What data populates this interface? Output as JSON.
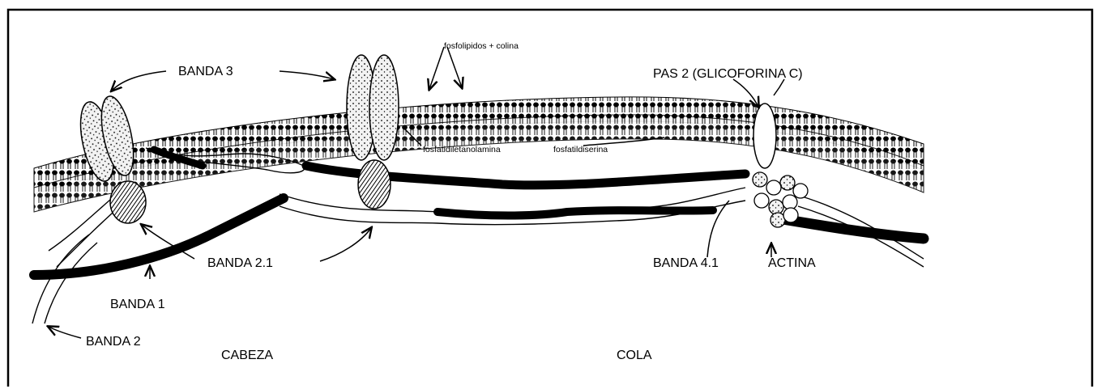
{
  "labels": {
    "banda3": "BANDA 3",
    "fosfolipidos_colina": "fosfolipidos + colina",
    "pas2": "PAS 2 (GLICOFORINA C)",
    "fosfatidiletanolamina": "fosfatidiletanolamina",
    "fosfatidilserina": "fosfatildiserina",
    "banda21": "BANDA 2.1",
    "banda41": "BANDA 4.1",
    "actina": "ACTINA",
    "banda1": "BANDA 1",
    "banda2": "BANDA 2",
    "cabeza": "CABEZA",
    "cola": "COLA"
  },
  "colors": {
    "ink": "#000000",
    "paper": "#ffffff",
    "protein_fill": "#f2f2f2"
  },
  "icons": [
    "arrow-icon"
  ]
}
